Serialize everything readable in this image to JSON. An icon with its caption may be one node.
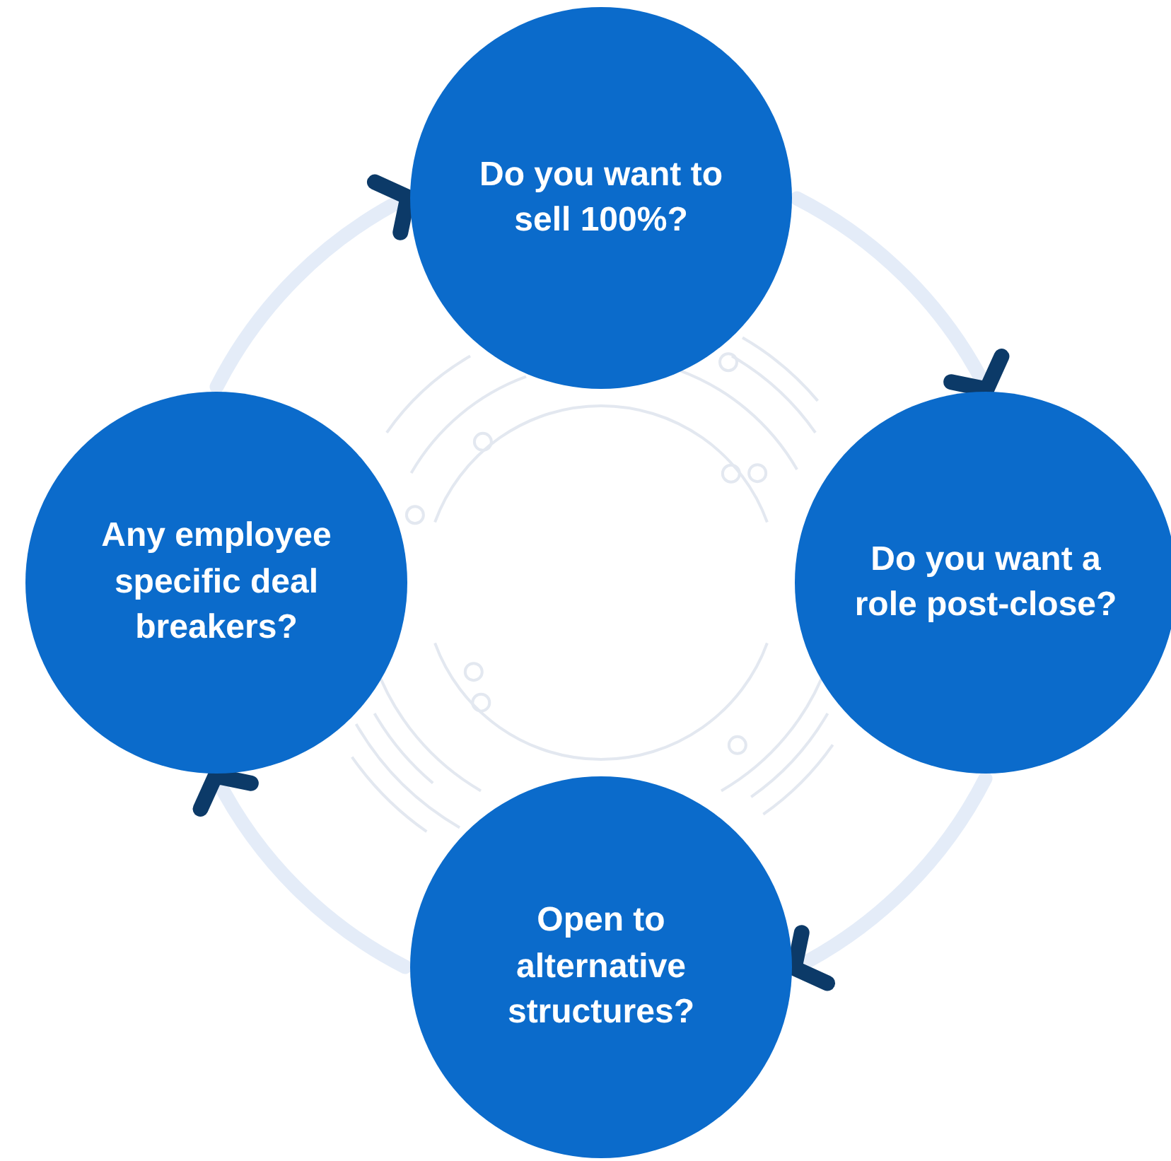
{
  "diagram": {
    "nodes": [
      {
        "text": [
          "Do you want to sell 100%?"
        ]
      },
      {
        "text": [
          "Do you want a role post-close?"
        ]
      },
      {
        "text": [
          "Open to alternative structures?"
        ]
      },
      {
        "text": [
          "Any employee specific deal breakers?"
        ]
      }
    ],
    "edges": [
      {
        "from": 0,
        "to": 1,
        "arrow": "to"
      },
      {
        "from": 1,
        "to": 2,
        "arrow": "to"
      },
      {
        "from": 2,
        "to": 3,
        "arrow": "to"
      },
      {
        "from": 3,
        "to": 0,
        "arrow": "to"
      }
    ]
  }
}
